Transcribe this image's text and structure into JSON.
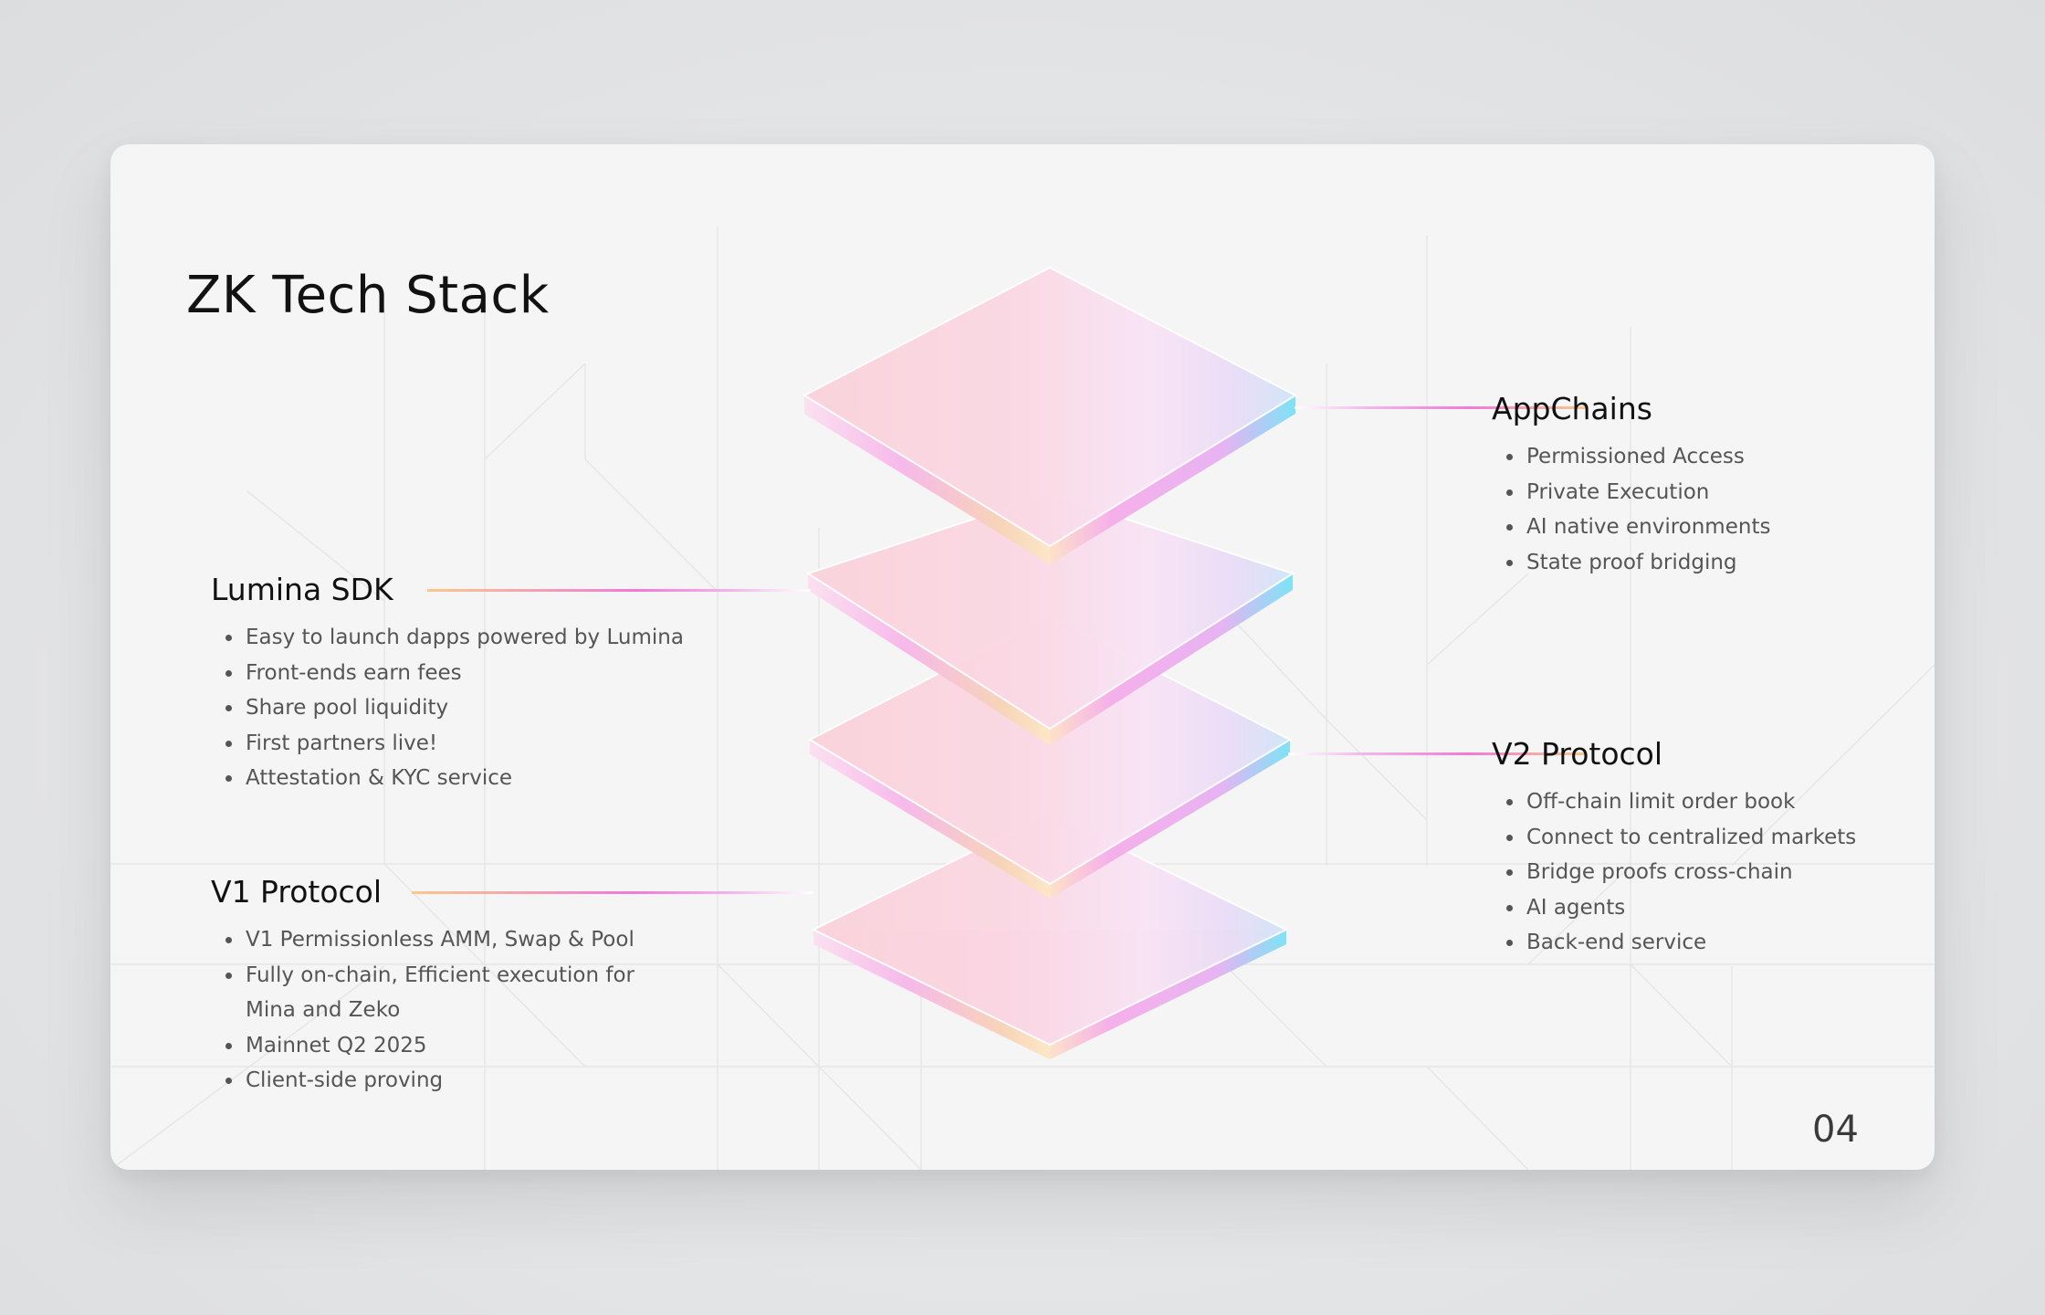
{
  "slide": {
    "title": "ZK Tech Stack",
    "page_number": "04"
  },
  "sections": {
    "lumina_sdk": {
      "heading": "Lumina SDK",
      "items": [
        "Easy to launch dapps powered by Lumina",
        "Front-ends earn fees",
        "Share pool liquidity",
        "First partners live!",
        "Attestation & KYC service"
      ]
    },
    "v1_protocol": {
      "heading": "V1 Protocol",
      "items": [
        "V1 Permissionless AMM, Swap & Pool",
        "Fully on-chain, Efficient execution for Mina and Zeko",
        "Mainnet Q2 2025",
        "Client-side proving"
      ]
    },
    "appchains": {
      "heading": "AppChains",
      "items": [
        "Permissioned Access",
        "Private Execution",
        "AI native environments",
        "State proof bridging"
      ]
    },
    "v2_protocol": {
      "heading": "V2 Protocol",
      "items": [
        "Off-chain limit order book",
        "Connect to centralized markets",
        "Bridge proofs cross-chain",
        "AI agents",
        "Back-end service"
      ]
    }
  },
  "colors": {
    "slide_bg": "#f5f5f5",
    "title": "#121212",
    "bullet_text": "#555555",
    "layer_pink": "#fbd3e4",
    "layer_edge_magenta": "#f4a3ec",
    "layer_edge_cyan": "#7fe0f5",
    "connector_orange": "#f9c98a",
    "connector_magenta": "#f07ad8"
  }
}
